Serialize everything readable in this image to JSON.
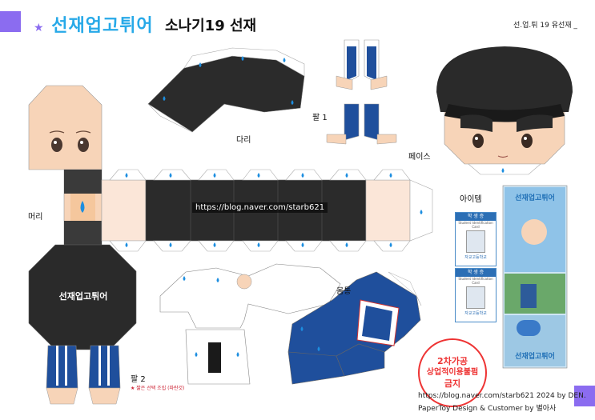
{
  "header": {
    "star": "★",
    "title": "선재업고튀어",
    "subtitle": "소나기19 선재",
    "corner_label": "선.업.튀 19 유선재 _"
  },
  "labels": {
    "leg": "다리",
    "arm1": "팔 1",
    "face": "페이스",
    "head": "머리",
    "item": "아이템",
    "body": "몸통",
    "arm2": "팔 2",
    "arm2_note": "★ 짧은 선택 조립 (파란것)"
  },
  "url_overlay": "https://blog.naver.com/starb621",
  "stamp": {
    "line1": "2차가공",
    "line2": "상업적이용불펌",
    "line3": "금지"
  },
  "footer": {
    "line1": "https://blog.naver.com/starb621 2024 by DEN.",
    "line2": "PaperToy Design & Customer by 별아사"
  },
  "id_card": {
    "header": "학 생 증",
    "sub": "Student Identification Card",
    "school": "자교고등학교"
  },
  "hat_logo": "선재업고튀어",
  "poster_title": "선재업고튀어",
  "colors": {
    "accent_blue": "#27a9e8",
    "black": "#2a2a2a",
    "navy": "#1f4f9c",
    "skin": "#f7d4b8",
    "purple": "#8b6cf0"
  }
}
